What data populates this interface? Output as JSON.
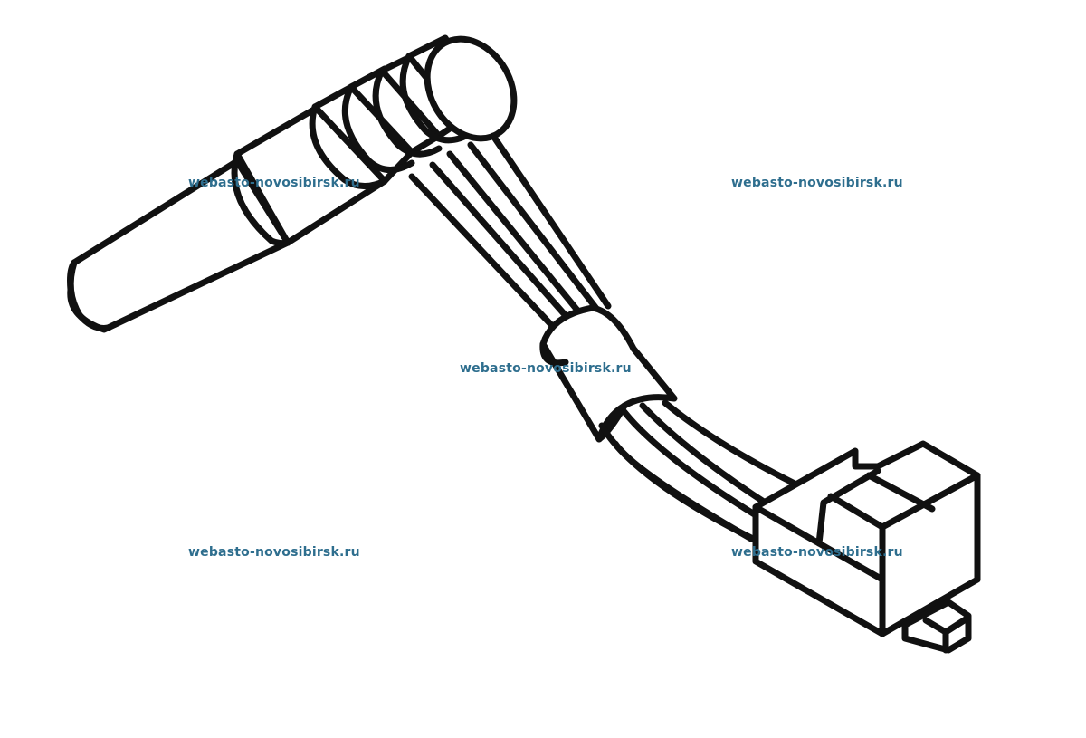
{
  "watermarks": [
    "webasto-novosibirsk.ru",
    "webasto-novosibirsk.ru",
    "webasto-novosibirsk.ru",
    "webasto-novosibirsk.ru",
    "webasto-novosibirsk.ru"
  ],
  "colors": {
    "watermark": "#2e6e8e",
    "line": "#111111",
    "background": "#ffffff"
  }
}
